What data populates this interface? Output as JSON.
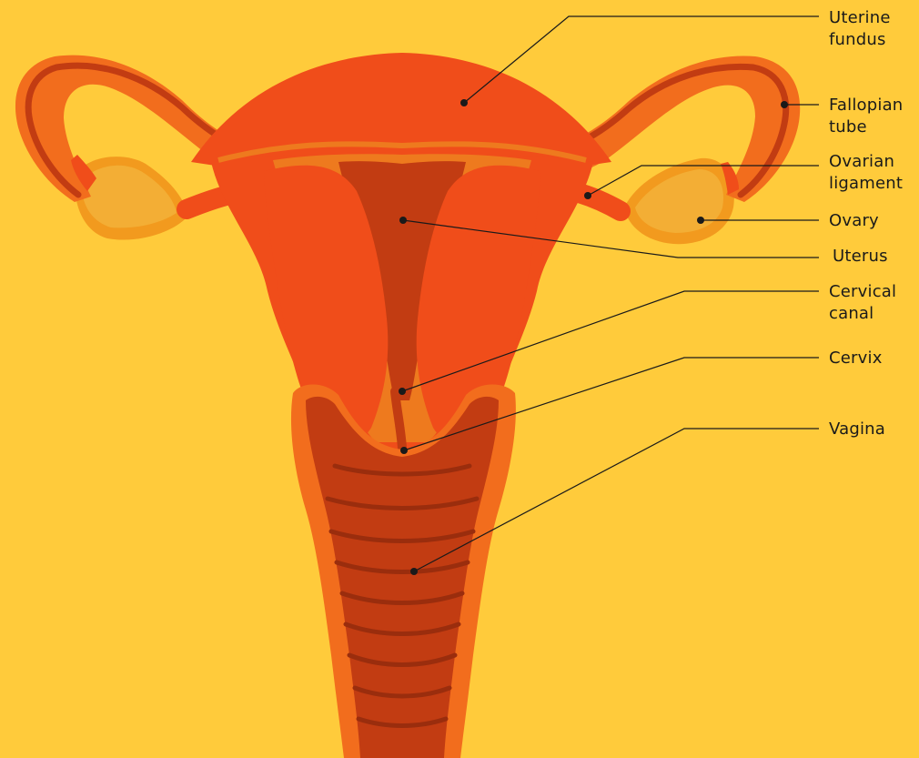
{
  "colors": {
    "background": "#FFCB3B",
    "outer_orange": "#F26D1D",
    "tissue_red": "#F04D1A",
    "deep_red": "#C23C12",
    "wall_orange": "#EE7A1E",
    "ovary": "#F29A1E",
    "ovary_light": "#F3AE35",
    "leader_line": "#1a1a1a"
  },
  "labels": {
    "uterine_fundus": [
      "Uterine",
      "fundus"
    ],
    "fallopian_tube": [
      "Fallopian",
      "tube"
    ],
    "ovarian_ligament": [
      "Ovarian",
      "ligament"
    ],
    "ovary": [
      "Ovary"
    ],
    "uterus": [
      "Uterus"
    ],
    "cervical_canal": [
      "Cervical",
      "canal"
    ],
    "cervix": [
      "Cervix"
    ],
    "vagina": [
      "Vagina"
    ]
  }
}
